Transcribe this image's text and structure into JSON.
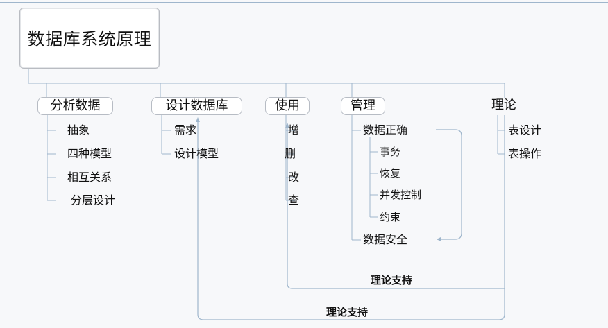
{
  "root": {
    "label": "数据库系统原理"
  },
  "branches": {
    "analysis": {
      "label": "分析数据",
      "children": [
        "抽象",
        "四种模型",
        "相互关系",
        "分层设计"
      ]
    },
    "design": {
      "label": "设计数据库",
      "children": [
        "需求",
        "设计模型"
      ]
    },
    "use": {
      "label": "使用",
      "children": [
        "增",
        "删",
        "改",
        "查"
      ]
    },
    "manage": {
      "label": "管理",
      "correct": {
        "label": "数据正确",
        "children": [
          "事务",
          "恢复",
          "并发控制",
          "约束"
        ]
      },
      "security": {
        "label": "数据安全"
      }
    },
    "theory": {
      "label": "理论",
      "children": [
        "表设计",
        "表操作"
      ]
    }
  },
  "relations": [
    {
      "label": "理论支持",
      "from": "理论",
      "to": "使用"
    },
    {
      "label": "理论支持",
      "from": "理论",
      "to": "设计数据库"
    }
  ],
  "colors": {
    "connector": "#9fb6cc",
    "relation": "#9fb6cc",
    "node_border": "#b7bcc4"
  }
}
